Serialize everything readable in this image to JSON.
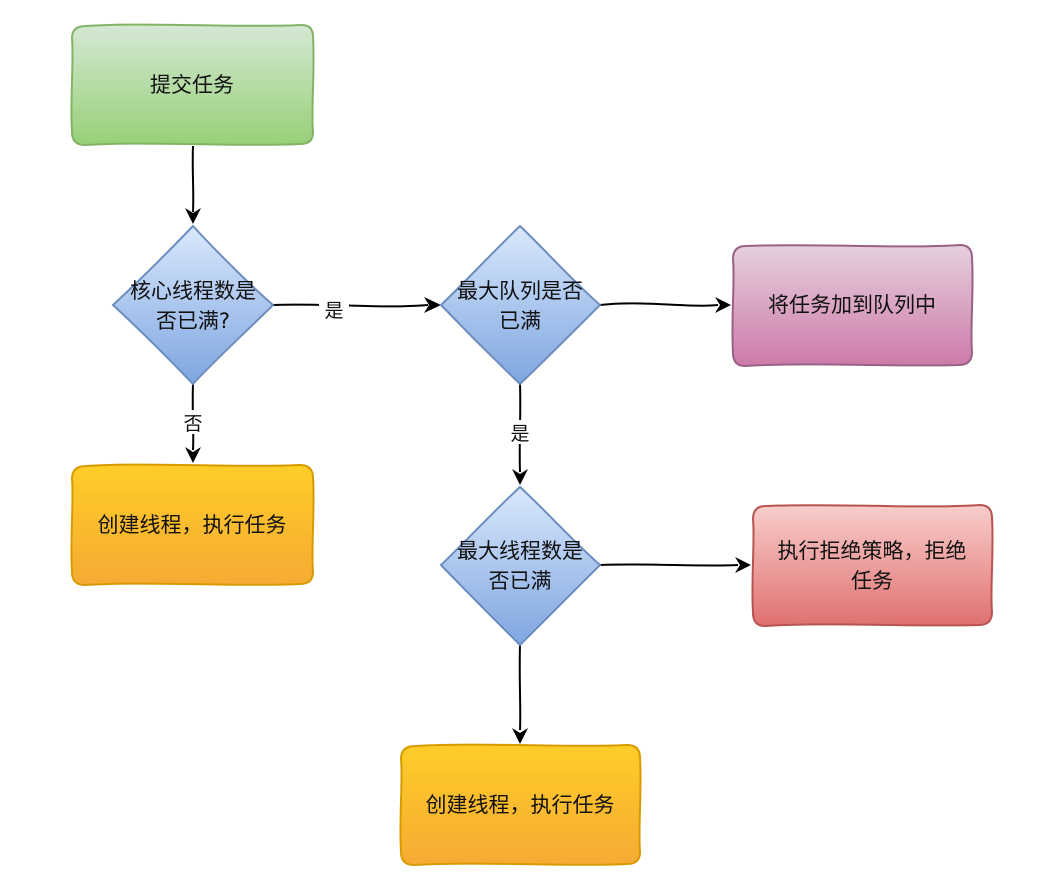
{
  "nodes": {
    "submit": {
      "label": "提交任务"
    },
    "core_check": {
      "line1": "核心线程数是",
      "line2": "否已满?"
    },
    "queue_check": {
      "line1": "最大队列是否",
      "line2": "已满"
    },
    "enqueue": {
      "label": "将任务加到队列中"
    },
    "create_left": {
      "label": "创建线程，执行任务"
    },
    "max_check": {
      "line1": "最大线程数是",
      "line2": "否已满"
    },
    "reject": {
      "line1": "执行拒绝策略，拒绝",
      "line2": "任务"
    },
    "create_bottom": {
      "label": "创建线程，执行任务"
    }
  },
  "edges": {
    "core_to_queue": {
      "label": "是"
    },
    "core_to_create": {
      "label": "否"
    },
    "queue_to_max": {
      "label": "是"
    }
  },
  "colors": {
    "green_fill_top": "#d5e8d4",
    "green_fill_bottom": "#97d077",
    "green_stroke": "#82b366",
    "blue_fill_top": "#dae8fc",
    "blue_fill_bottom": "#7ea6e0",
    "blue_stroke": "#6c8ebf",
    "purple_fill_top": "#e6d0de",
    "purple_fill_bottom": "#cd7aa9",
    "purple_stroke": "#996185",
    "orange_fill_top": "#ffcd28",
    "orange_fill_bottom": "#f5ab34",
    "orange_stroke": "#d79b00",
    "red_fill_top": "#f8cecc",
    "red_fill_bottom": "#e07070",
    "red_stroke": "#b85450"
  }
}
